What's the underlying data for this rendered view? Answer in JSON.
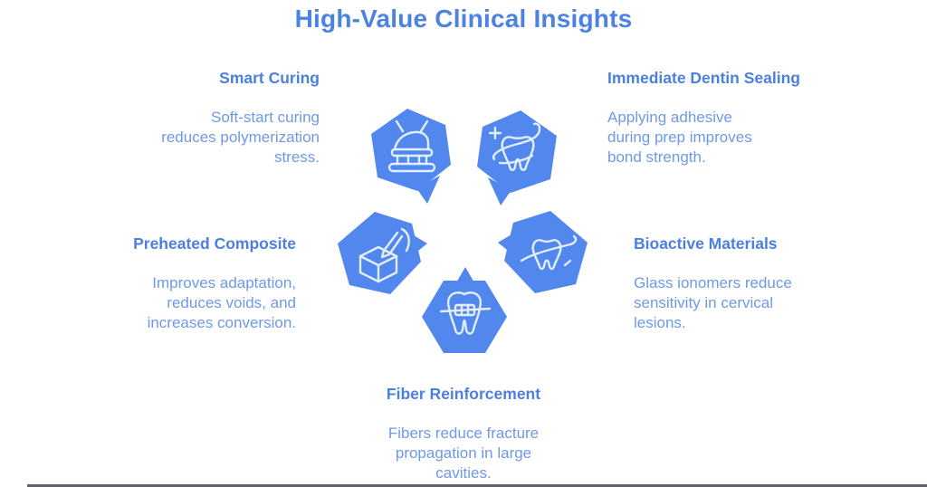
{
  "title": "High-Value Clinical Insights",
  "colors": {
    "title_text": "#4b82e4",
    "heading_text": "#4b7fe0",
    "body_text": "#6f99e8",
    "hexagon_fill": "#5288ee",
    "icon_stroke": "#e3eefc",
    "bottom_bar": "#5f6368",
    "background": "#ffffff"
  },
  "insights": [
    {
      "label": "Smart Curing",
      "description": "Soft-start curing\nreduces polymerization\nstress.",
      "icon": "curing-light-icon"
    },
    {
      "label": "Immediate Dentin Sealing",
      "description": "Applying adhesive\nduring prep improves\nbond strength.",
      "icon": "tooth-sparkle-icon"
    },
    {
      "label": "Preheated Composite",
      "description": "Improves adaptation,\nreduces voids, and\nincreases conversion.",
      "icon": "composite-cube-pen-icon"
    },
    {
      "label": "Bioactive Materials",
      "description": "Glass ionomers reduce\nsensitivity in cervical\nlesions.",
      "icon": "tooth-orbit-icon"
    },
    {
      "label": "Fiber Reinforcement",
      "description": "Fibers reduce fracture\npropagation in large\ncavities.",
      "icon": "tooth-braces-icon"
    }
  ]
}
